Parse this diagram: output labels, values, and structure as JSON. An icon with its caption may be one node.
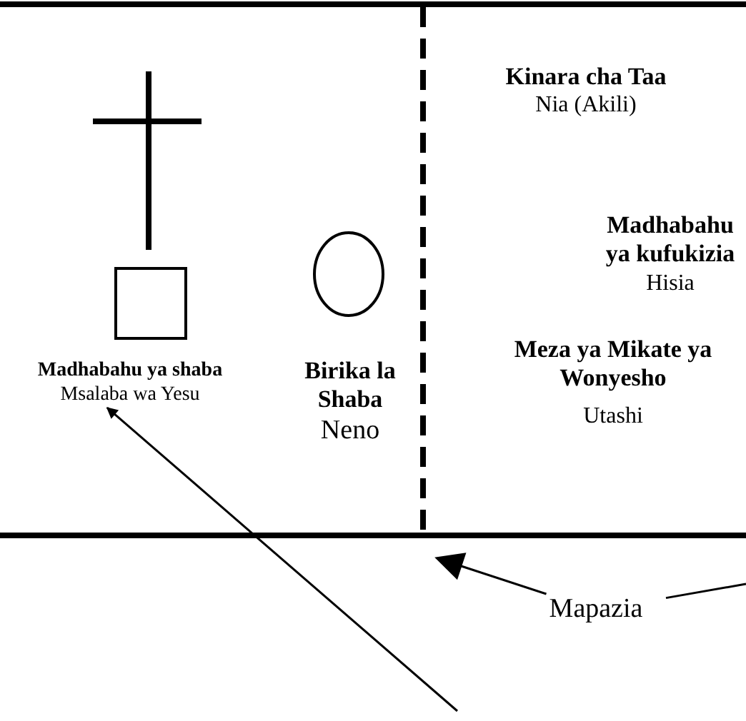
{
  "diagram": {
    "nodes": [
      {
        "text": [
          "Madhabahu ya shaba",
          "Msalaba wa Yesu"
        ]
      },
      {
        "text": [],
        "shape": "box"
      },
      {
        "text": [],
        "shape": "circle"
      },
      {
        "text": [
          "Birika la Shaba",
          "Neno"
        ]
      },
      {
        "text": [
          "Kinara cha Taa",
          "Nia (Akili)"
        ]
      },
      {
        "text": [
          "Madhabahu ya kufukizia",
          "Hisia"
        ]
      },
      {
        "text": [
          "Meza ya Mikate ya Wonyesho",
          "Utashi"
        ]
      },
      {
        "text": [
          "Mapazia"
        ]
      }
    ],
    "edges": [
      {
        "from": null,
        "to": 0,
        "arrow": "to"
      },
      {
        "from": 7,
        "to": null,
        "arrow": "to"
      },
      {
        "from": 7,
        "to": null,
        "arrow": "none"
      }
    ]
  }
}
